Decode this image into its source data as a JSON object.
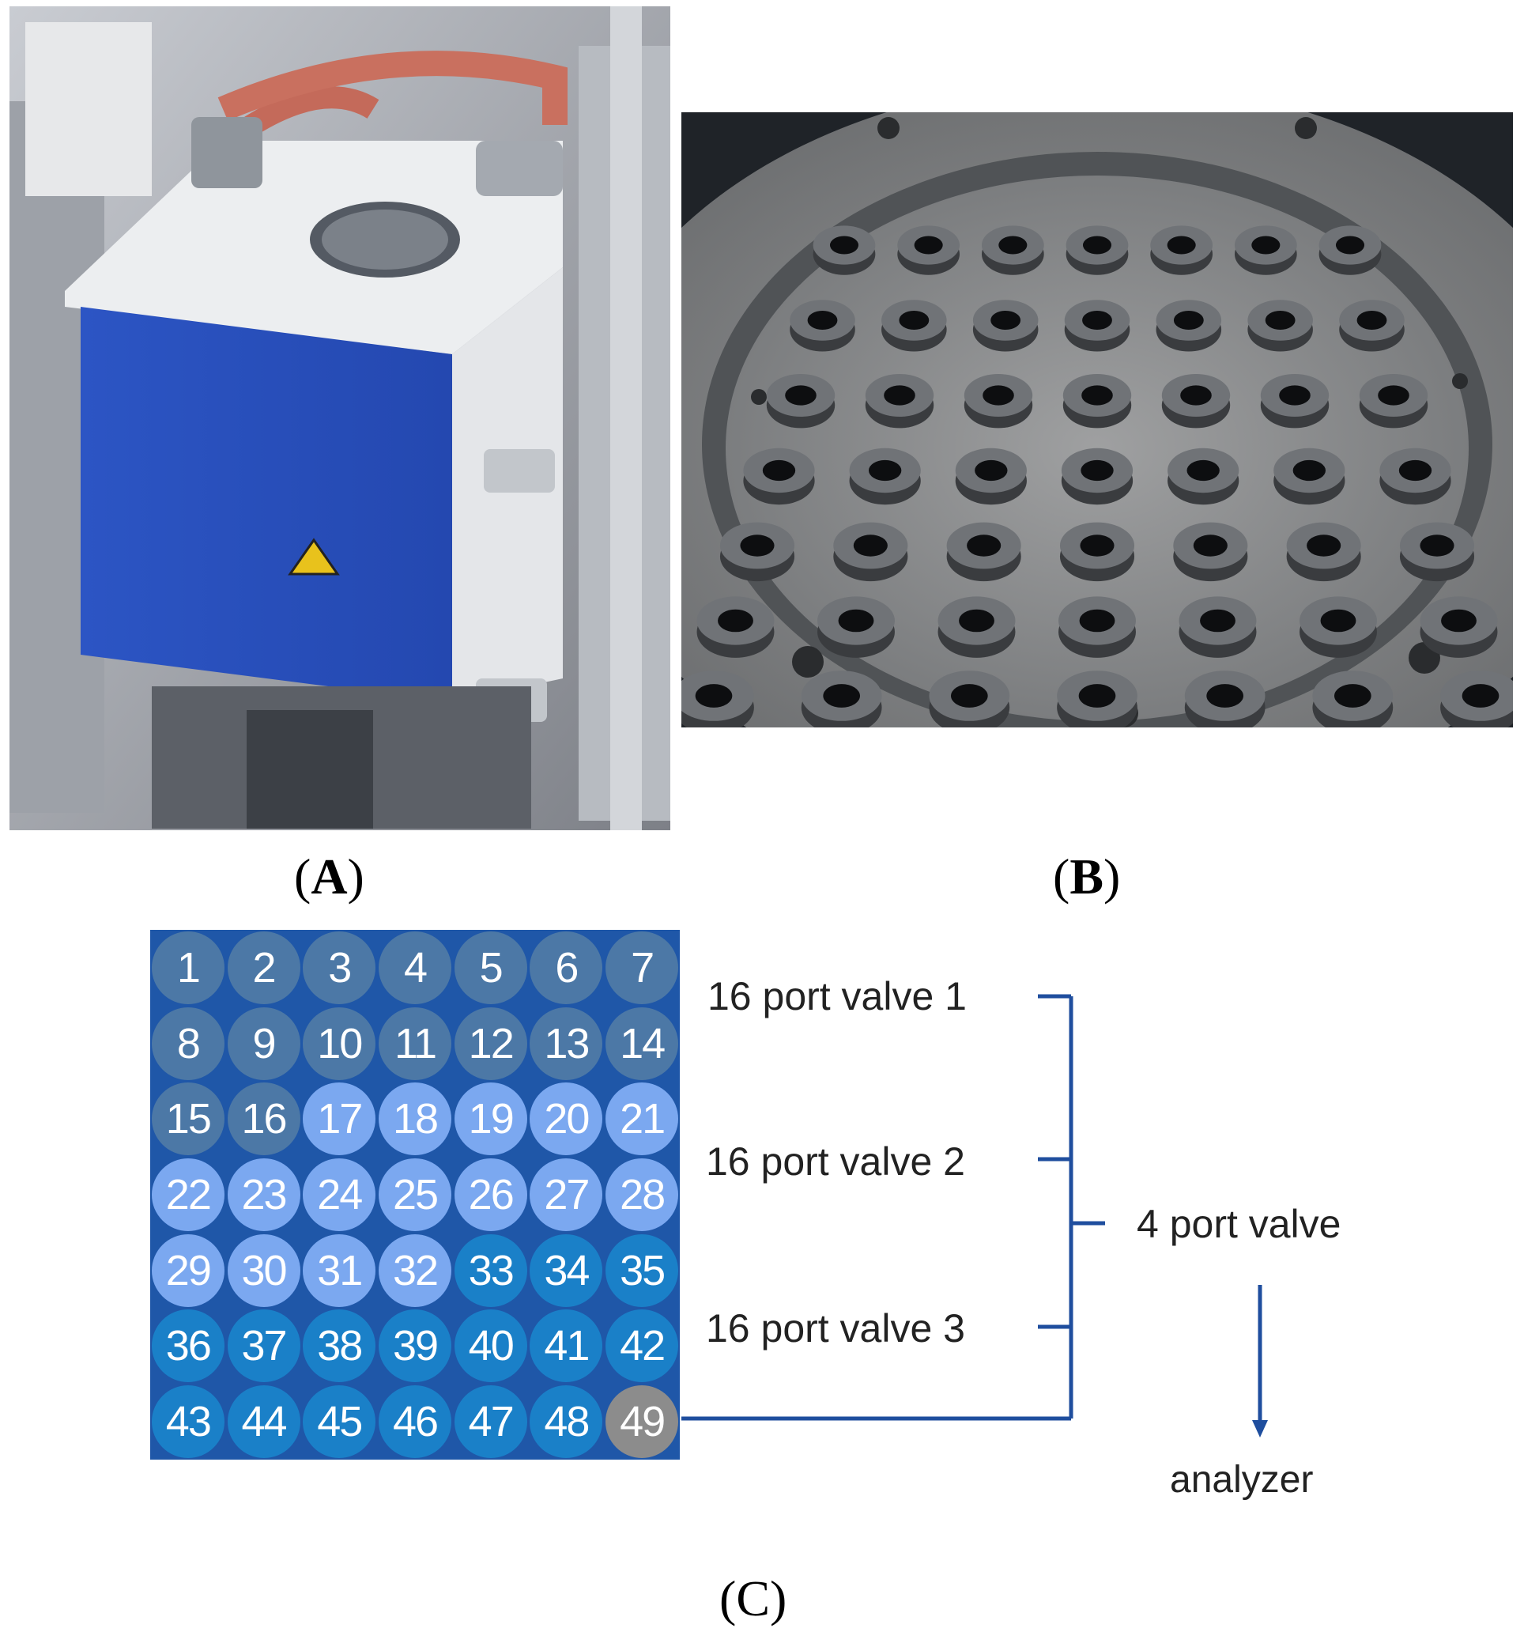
{
  "panels": {
    "a_label": "A",
    "b_label": "B",
    "c_label": "C"
  },
  "grid": {
    "wells": [
      "1",
      "2",
      "3",
      "4",
      "5",
      "6",
      "7",
      "8",
      "9",
      "10",
      "11",
      "12",
      "13",
      "14",
      "15",
      "16",
      "17",
      "18",
      "19",
      "20",
      "21",
      "22",
      "23",
      "24",
      "25",
      "26",
      "27",
      "28",
      "29",
      "30",
      "31",
      "32",
      "33",
      "34",
      "35",
      "36",
      "37",
      "38",
      "39",
      "40",
      "41",
      "42",
      "43",
      "44",
      "45",
      "46",
      "47",
      "48",
      "49"
    ],
    "colors": {
      "background": "#1f57a8",
      "group_1": "#4c78a6",
      "group_2": "#7ba8f0",
      "group_3": "#1a80c8",
      "well_49": "#8c8c8c"
    },
    "groups": {
      "valve_1_wells": [
        "1",
        "2",
        "3",
        "4",
        "5",
        "6",
        "7",
        "8",
        "9",
        "10",
        "11",
        "12",
        "13",
        "14",
        "15",
        "16"
      ],
      "valve_2_wells": [
        "17",
        "18",
        "19",
        "20",
        "21",
        "22",
        "23",
        "24",
        "25",
        "26",
        "27",
        "28",
        "29",
        "30",
        "31",
        "32"
      ],
      "valve_3_wells": [
        "33",
        "34",
        "35",
        "36",
        "37",
        "38",
        "39",
        "40",
        "41",
        "42",
        "43",
        "44",
        "45",
        "46",
        "47",
        "48"
      ],
      "direct_well": "49"
    }
  },
  "valves": {
    "v1": "16 port valve 1",
    "v2": "16 port valve 2",
    "v3": "16 port valve 3",
    "four_port": "4 port valve",
    "analyzer": "analyzer"
  },
  "line_color": "#1f4e9e"
}
